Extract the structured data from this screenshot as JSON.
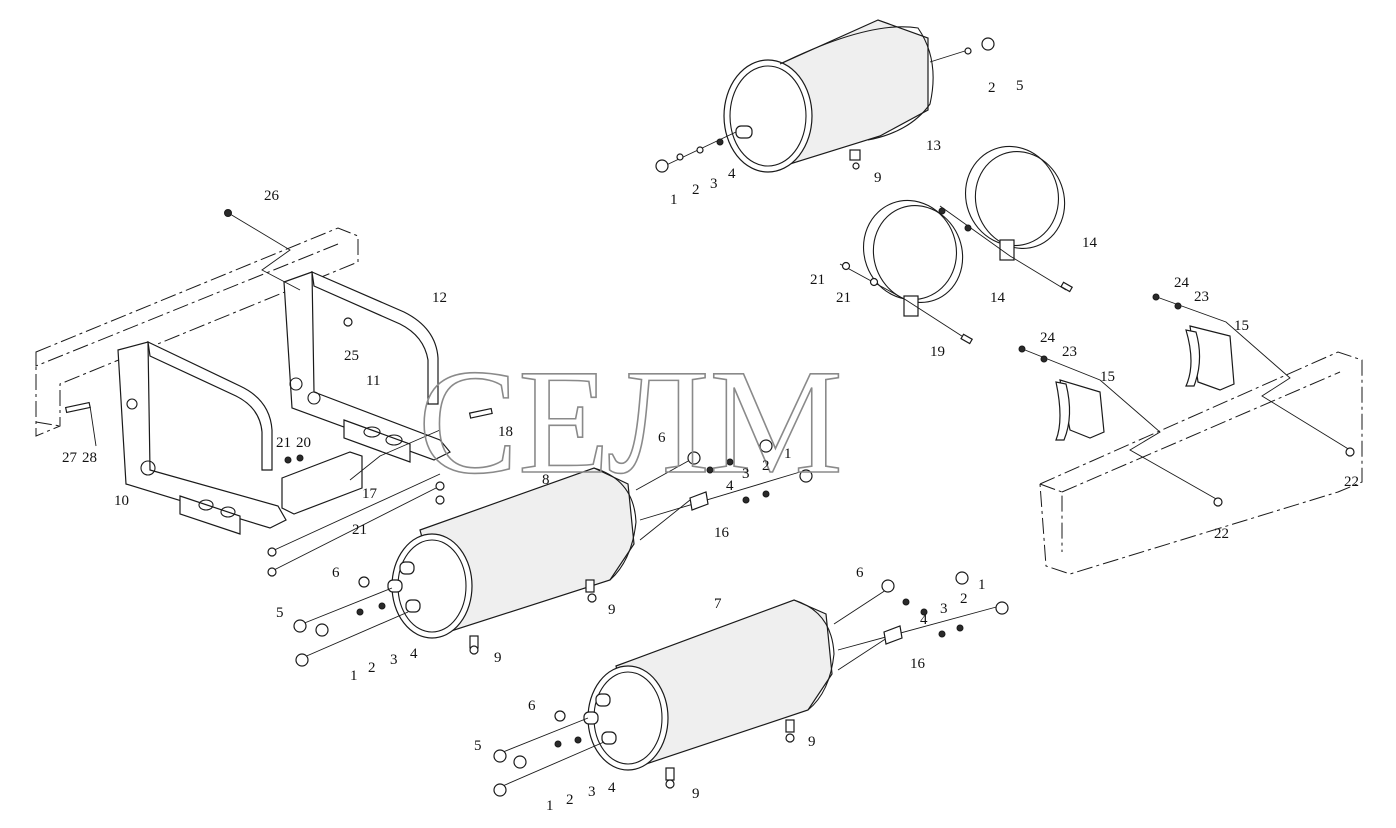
{
  "watermark": "СЕЛМ",
  "callouts": [
    {
      "id": "c-26",
      "text": "26"
    },
    {
      "id": "c-12",
      "text": "12"
    },
    {
      "id": "c-25",
      "text": "25"
    },
    {
      "id": "c-11",
      "text": "11"
    },
    {
      "id": "c-18",
      "text": "18"
    },
    {
      "id": "c-27",
      "text": "27"
    },
    {
      "id": "c-28",
      "text": "28"
    },
    {
      "id": "c-21a",
      "text": "21"
    },
    {
      "id": "c-20",
      "text": "20"
    },
    {
      "id": "c-10",
      "text": "10"
    },
    {
      "id": "c-17",
      "text": "17"
    },
    {
      "id": "c-21b",
      "text": "21"
    },
    {
      "id": "c-2a",
      "text": "2"
    },
    {
      "id": "c-5a",
      "text": "5"
    },
    {
      "id": "c-13",
      "text": "13"
    },
    {
      "id": "c-1a",
      "text": "1"
    },
    {
      "id": "c-2b",
      "text": "2"
    },
    {
      "id": "c-3a",
      "text": "3"
    },
    {
      "id": "c-4a",
      "text": "4"
    },
    {
      "id": "c-9a",
      "text": "9"
    },
    {
      "id": "c-14a",
      "text": "14"
    },
    {
      "id": "c-14b",
      "text": "14"
    },
    {
      "id": "c-21c",
      "text": "21"
    },
    {
      "id": "c-21d",
      "text": "21"
    },
    {
      "id": "c-19",
      "text": "19"
    },
    {
      "id": "c-24a",
      "text": "24"
    },
    {
      "id": "c-23a",
      "text": "23"
    },
    {
      "id": "c-15a",
      "text": "15"
    },
    {
      "id": "c-24b",
      "text": "24"
    },
    {
      "id": "c-23b",
      "text": "23"
    },
    {
      "id": "c-15b",
      "text": "15"
    },
    {
      "id": "c-22a",
      "text": "22"
    },
    {
      "id": "c-22b",
      "text": "22"
    },
    {
      "id": "c-6a",
      "text": "6"
    },
    {
      "id": "c-8",
      "text": "8"
    },
    {
      "id": "c-3b",
      "text": "3"
    },
    {
      "id": "c-2c",
      "text": "2"
    },
    {
      "id": "c-1b",
      "text": "1"
    },
    {
      "id": "c-4b",
      "text": "4"
    },
    {
      "id": "c-16a",
      "text": "16"
    },
    {
      "id": "c-6b",
      "text": "6"
    },
    {
      "id": "c-5b",
      "text": "5"
    },
    {
      "id": "c-2d",
      "text": "2"
    },
    {
      "id": "c-3c",
      "text": "3"
    },
    {
      "id": "c-4c",
      "text": "4"
    },
    {
      "id": "c-1c",
      "text": "1"
    },
    {
      "id": "c-9b",
      "text": "9"
    },
    {
      "id": "c-9c",
      "text": "9"
    },
    {
      "id": "c-6c",
      "text": "6"
    },
    {
      "id": "c-1d",
      "text": "1"
    },
    {
      "id": "c-2e",
      "text": "2"
    },
    {
      "id": "c-3d",
      "text": "3"
    },
    {
      "id": "c-7",
      "text": "7"
    },
    {
      "id": "c-4d",
      "text": "4"
    },
    {
      "id": "c-16b",
      "text": "16"
    },
    {
      "id": "c-9d",
      "text": "9"
    },
    {
      "id": "c-6d",
      "text": "6"
    },
    {
      "id": "c-5c",
      "text": "5"
    },
    {
      "id": "c-2f",
      "text": "2"
    },
    {
      "id": "c-3e",
      "text": "3"
    },
    {
      "id": "c-4e",
      "text": "4"
    },
    {
      "id": "c-1e",
      "text": "1"
    },
    {
      "id": "c-9e",
      "text": "9"
    }
  ]
}
